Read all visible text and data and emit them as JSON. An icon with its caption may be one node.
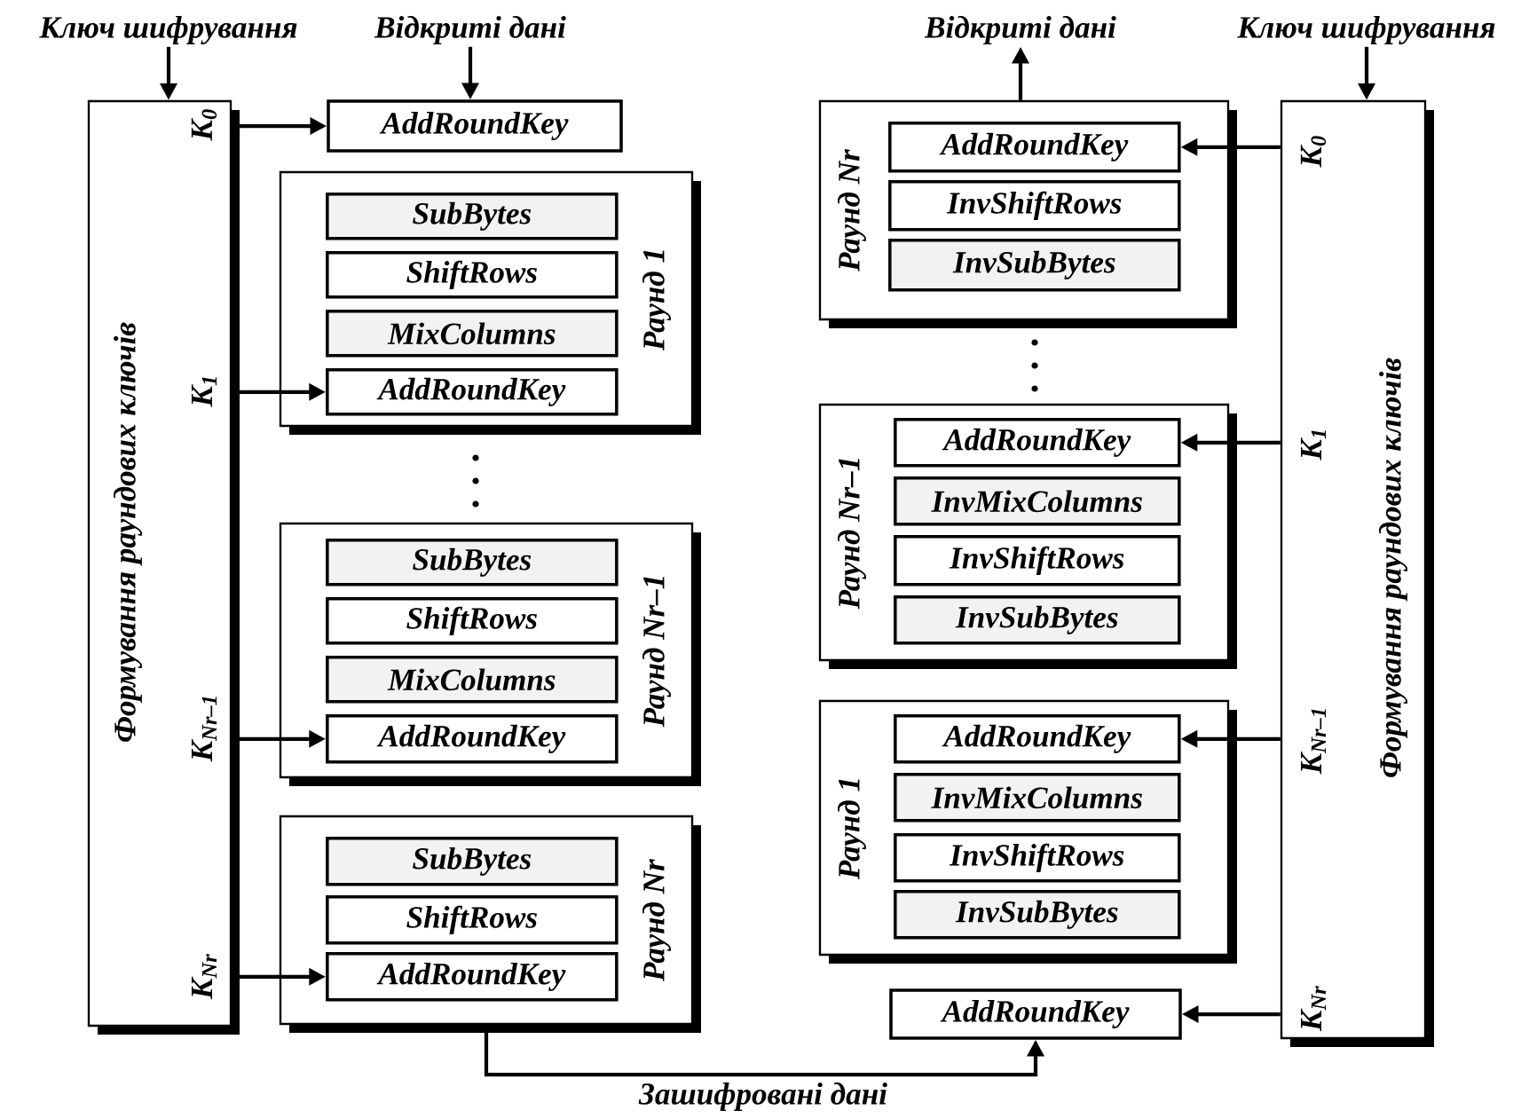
{
  "diagram": {
    "nodes": [
      {
        "text": [
          "Ключ шифрування"
        ]
      },
      {
        "text": [
          "Відкриті дані"
        ]
      },
      {
        "text": [
          "Формування раундових ключів"
        ]
      },
      {
        "text": [
          "AddRoundKey"
        ]
      },
      {
        "text": [
          "Раунд 1"
        ]
      },
      {
        "text": [
          "SubBytes"
        ],
        "in": 4
      },
      {
        "text": [
          "ShiftRows"
        ],
        "in": 4
      },
      {
        "text": [
          "MixColumns"
        ],
        "in": 4
      },
      {
        "text": [
          "AddRoundKey"
        ],
        "in": 4
      },
      {
        "text": [
          "Раунд Nr–1"
        ]
      },
      {
        "text": [
          "SubBytes"
        ],
        "in": 9
      },
      {
        "text": [
          "ShiftRows"
        ],
        "in": 9
      },
      {
        "text": [
          "MixColumns"
        ],
        "in": 9
      },
      {
        "text": [
          "AddRoundKey"
        ],
        "in": 9
      },
      {
        "text": [
          "Раунд Nr"
        ]
      },
      {
        "text": [
          "SubBytes"
        ],
        "in": 14
      },
      {
        "text": [
          "ShiftRows"
        ],
        "in": 14
      },
      {
        "text": [
          "AddRoundKey"
        ],
        "in": 14
      },
      {
        "text": [
          "Відкриті дані"
        ]
      },
      {
        "text": [
          "Ключ шифрування"
        ]
      },
      {
        "text": [
          "Формування раундових ключів"
        ]
      },
      {
        "text": [
          "Раунд Nr"
        ]
      },
      {
        "text": [
          "AddRoundKey"
        ],
        "in": 21
      },
      {
        "text": [
          "InvShiftRows"
        ],
        "in": 21
      },
      {
        "text": [
          "InvSubBytes"
        ],
        "in": 21
      },
      {
        "text": [
          "Раунд Nr–1"
        ]
      },
      {
        "text": [
          "AddRoundKey"
        ],
        "in": 25
      },
      {
        "text": [
          "InvMixColumns"
        ],
        "in": 25
      },
      {
        "text": [
          "InvShiftRows"
        ],
        "in": 25
      },
      {
        "text": [
          "InvSubBytes"
        ],
        "in": 25
      },
      {
        "text": [
          "Раунд 1"
        ]
      },
      {
        "text": [
          "AddRoundKey"
        ],
        "in": 30
      },
      {
        "text": [
          "InvMixColumns"
        ],
        "in": 30
      },
      {
        "text": [
          "InvShiftRows"
        ],
        "in": 30
      },
      {
        "text": [
          "InvSubBytes"
        ],
        "in": 30
      },
      {
        "text": [
          "AddRoundKey"
        ]
      }
    ],
    "edges": [
      {
        "from": 0,
        "to": 2,
        "arrow": "to"
      },
      {
        "from": 1,
        "to": 3,
        "arrow": "to"
      },
      {
        "from": 2,
        "to": 3,
        "arrow": "to"
      },
      {
        "from": 2,
        "to": 8,
        "arrow": "to"
      },
      {
        "from": 2,
        "to": 13,
        "arrow": "to"
      },
      {
        "from": 2,
        "to": 17,
        "arrow": "to"
      },
      {
        "from": 14,
        "to": 35,
        "arrow": "to",
        "label": "Зашифровані дані"
      },
      {
        "from": 21,
        "to": 18,
        "arrow": "to"
      },
      {
        "from": 19,
        "to": 20,
        "arrow": "to"
      },
      {
        "from": 20,
        "to": 22,
        "arrow": "to"
      },
      {
        "from": 20,
        "to": 26,
        "arrow": "to"
      },
      {
        "from": 20,
        "to": 31,
        "arrow": "to"
      },
      {
        "from": 20,
        "to": 35,
        "arrow": "to"
      }
    ],
    "labels": [
      "K$_{0}$",
      "K$_{1}$",
      "K$_{Nr–1}$",
      "K$_{Nr}$",
      "K$_{0}$",
      "K$_{1}$",
      "K$_{Nr–1}$",
      "K$_{Nr}$"
    ]
  }
}
